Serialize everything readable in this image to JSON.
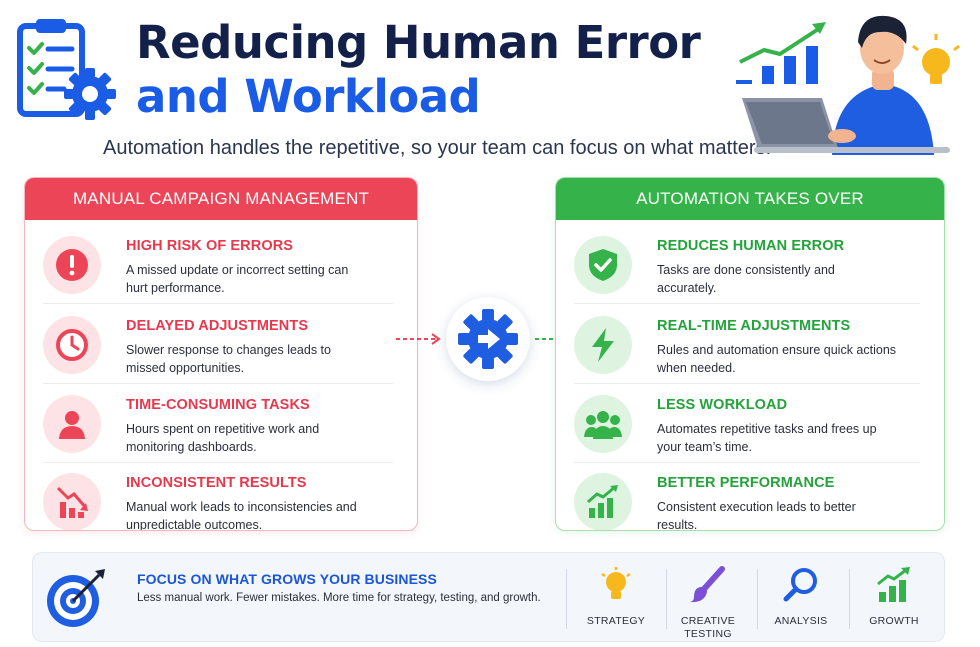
{
  "header": {
    "title_line1": "Reducing Human Error",
    "title_line2": "and Workload",
    "subtitle": "Automation handles the repetitive, so your team can focus on what matters."
  },
  "manual": {
    "heading": "MANUAL CAMPAIGN MANAGEMENT",
    "items": [
      {
        "title": "HIGH RISK OF ERRORS",
        "desc": "A missed update or incorrect setting can hurt performance.",
        "icon": "exclamation-icon"
      },
      {
        "title": "DELAYED ADJUSTMENTS",
        "desc": "Slower response to changes leads to missed opportunities.",
        "icon": "clock-icon"
      },
      {
        "title": "TIME-CONSUMING TASKS",
        "desc": "Hours spent on repetitive work and monitoring dashboards.",
        "icon": "person-icon"
      },
      {
        "title": "INCONSISTENT RESULTS",
        "desc": "Manual work leads to inconsistencies and unpredictable outcomes.",
        "icon": "declining-chart-icon"
      }
    ]
  },
  "automation": {
    "heading": "AUTOMATION TAKES OVER",
    "items": [
      {
        "title": "REDUCES HUMAN ERROR",
        "desc": "Tasks are done consistently and accurately.",
        "icon": "shield-check-icon"
      },
      {
        "title": "REAL-TIME ADJUSTMENTS",
        "desc": "Rules and automation ensure quick actions when needed.",
        "icon": "lightning-icon"
      },
      {
        "title": "LESS WORKLOAD",
        "desc": "Automates repetitive tasks and frees up your team’s time.",
        "icon": "team-icon"
      },
      {
        "title": "BETTER PERFORMANCE",
        "desc": "Consistent execution leads to better results.",
        "icon": "growth-chart-icon"
      }
    ]
  },
  "focus": {
    "title": "FOCUS ON WHAT GROWS YOUR BUSINESS",
    "text": "Less manual work. Fewer mistakes. More time for strategy, testing, and growth.",
    "pillars": [
      {
        "label": "STRATEGY",
        "icon": "lightbulb-icon"
      },
      {
        "label": "CREATIVE TESTING",
        "icon": "paintbrush-icon"
      },
      {
        "label": "ANALYSIS",
        "icon": "magnifier-icon"
      },
      {
        "label": "GROWTH",
        "icon": "bar-growth-icon"
      }
    ]
  },
  "colors": {
    "navy": "#13204a",
    "blue": "#1a5ce6",
    "red": "#ec4557",
    "green": "#35b34a",
    "yellow": "#f6b81c",
    "purple": "#7b4fd6"
  }
}
